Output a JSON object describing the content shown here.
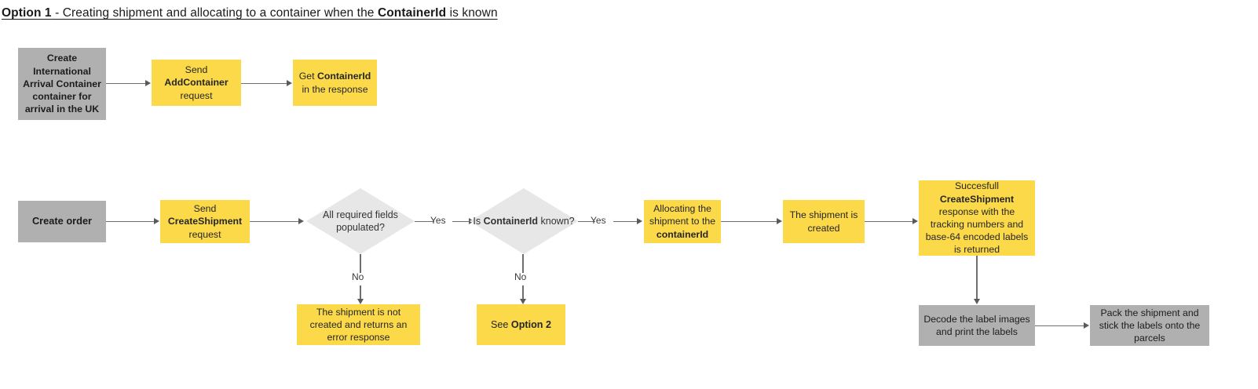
{
  "title": {
    "prefix": "Option 1",
    "middle": " - Creating shipment and allocating to a container when the ",
    "emphasis": "ContainerId",
    "suffix": " is known "
  },
  "colors": {
    "gray_node": "#b0b0b0",
    "yellow_node": "#fbd949",
    "diamond": "#e7e7e7",
    "connector": "#6e6e6e",
    "text": "#262626"
  },
  "nodes": {
    "create_container": {
      "text": "Create International Arrival Container container for arrival in the UK",
      "shape": "rectangle",
      "fill": "gray"
    },
    "send_addcontainer": {
      "pre": "Send ",
      "strong": "AddContainer",
      "post": " request",
      "shape": "rectangle",
      "fill": "yellow"
    },
    "get_containerid": {
      "pre": "Get ",
      "strong": "ContainerId",
      "post": " in the response",
      "shape": "rectangle",
      "fill": "yellow"
    },
    "create_order": {
      "text": "Create order",
      "shape": "rectangle",
      "fill": "gray"
    },
    "send_createshipment": {
      "pre": "Send ",
      "strong": "CreateShipment",
      "post": " request",
      "shape": "rectangle",
      "fill": "yellow"
    },
    "decision_fields": {
      "text": "All required fields populated?",
      "shape": "diamond",
      "fill": "light-gray"
    },
    "decision_containerid": {
      "pre": "Is ",
      "strong": "ContainerId",
      "post": " known?",
      "shape": "diamond",
      "fill": "light-gray"
    },
    "allocating": {
      "pre": "Allocating the shipment to the ",
      "strong": "containerId",
      "post": "",
      "shape": "rectangle",
      "fill": "yellow"
    },
    "shipment_created": {
      "text": "The shipment is created",
      "shape": "rectangle",
      "fill": "yellow"
    },
    "successful_response": {
      "pre": "Succesfull ",
      "strong": "CreateShipment",
      "post": " response with the tracking numbers and base-64 encoded labels is returned",
      "shape": "rectangle",
      "fill": "yellow"
    },
    "error_response": {
      "text": "The shipment is not created and returns an error response",
      "shape": "rectangle",
      "fill": "yellow"
    },
    "see_option2": {
      "pre": "See ",
      "strong": "Option 2",
      "post": "",
      "shape": "rectangle",
      "fill": "yellow"
    },
    "decode_labels": {
      "text": "Decode the label images and print the labels",
      "shape": "rectangle",
      "fill": "gray"
    },
    "pack_shipment": {
      "text": "Pack the shipment and stick the labels onto the parcels",
      "shape": "rectangle",
      "fill": "gray"
    }
  },
  "edge_labels": {
    "yes_fields": "Yes",
    "no_fields": "No",
    "yes_containerid": "Yes",
    "no_containerid": "No"
  }
}
